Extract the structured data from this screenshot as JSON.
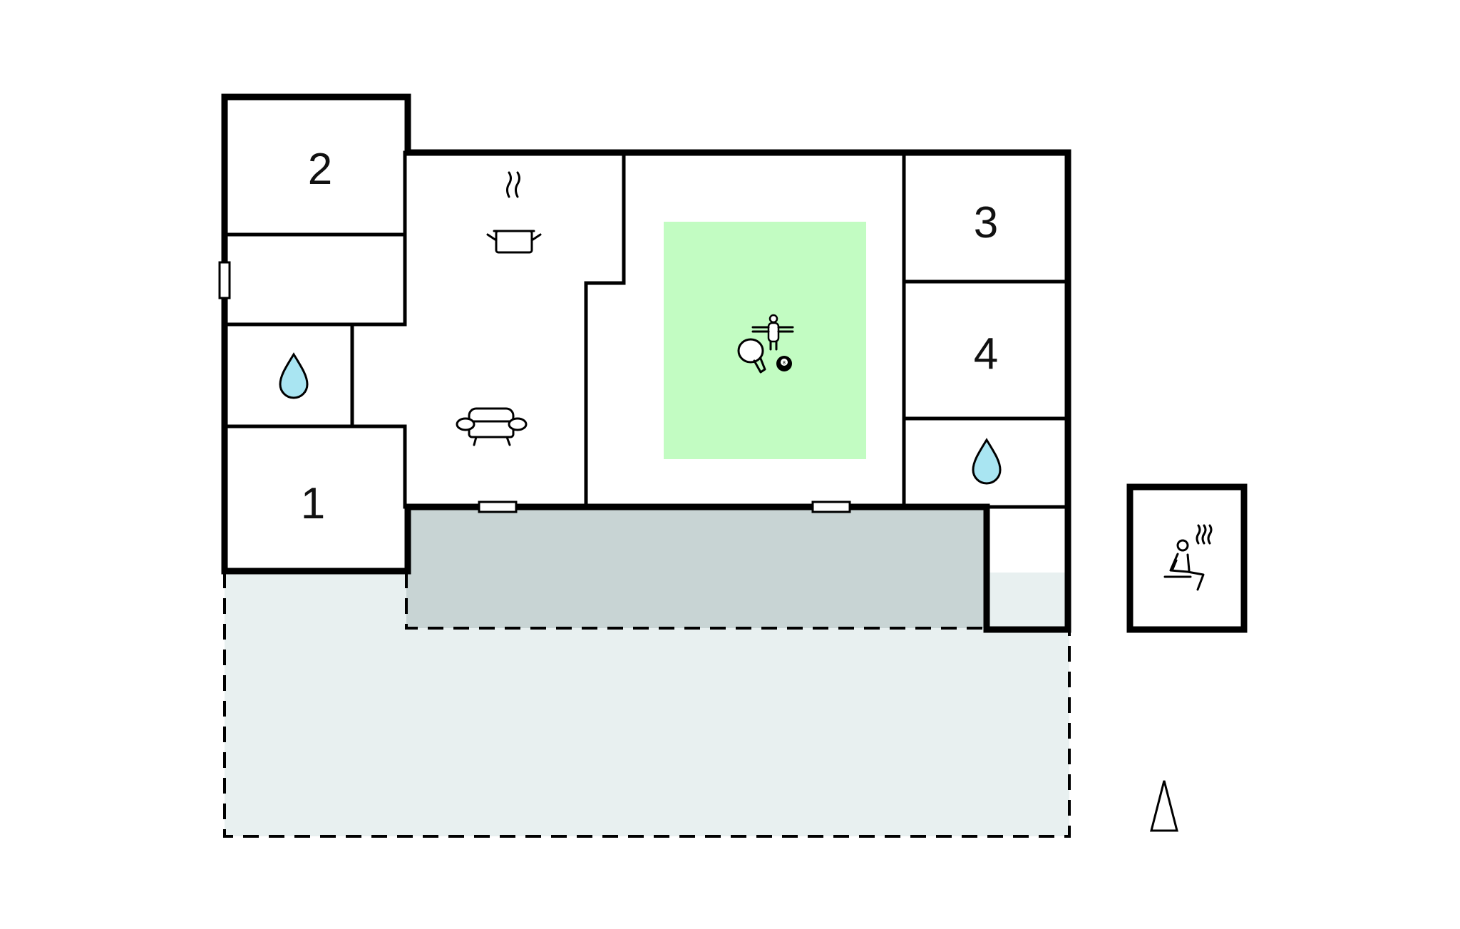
{
  "colors": {
    "walls": "#000000",
    "terrace": "#c8d4d4",
    "garden": "#e8f0f0",
    "activity_area": "#c2fcc2",
    "water": "#a9e5f2",
    "background": "#ffffff"
  },
  "rooms": {
    "bedroom_1": {
      "label": "1"
    },
    "bedroom_2": {
      "label": "2"
    },
    "bedroom_3": {
      "label": "3"
    },
    "bedroom_4": {
      "label": "4"
    }
  },
  "icons": {
    "kitchen": "cooking-pot-icon",
    "living": "sofa-icon",
    "games": [
      "table-football-icon",
      "table-tennis-icon",
      "billiard-ball-icon"
    ],
    "bathrooms": "water-drop-icon",
    "sauna": "sauna-icon",
    "compass": "north-arrow-icon"
  },
  "billiard_ball": {
    "number": "8"
  }
}
